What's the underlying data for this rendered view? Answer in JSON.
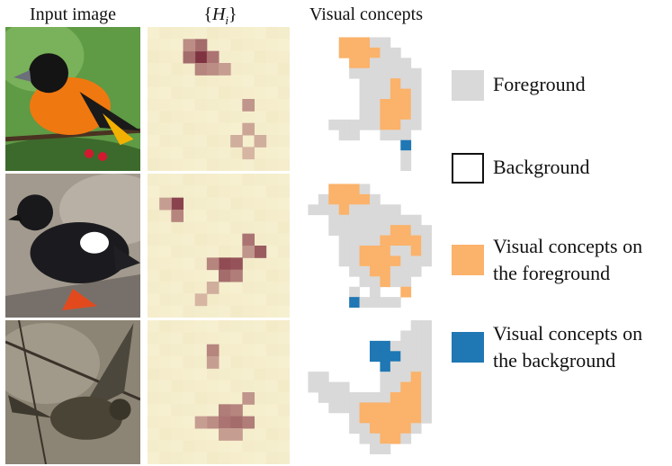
{
  "headers": {
    "input": "Input image",
    "h_open": "{",
    "h_var": "H",
    "h_sub": "i",
    "h_close": "}",
    "concepts": "Visual concepts"
  },
  "legend": [
    {
      "label_lines": [
        "Foreground"
      ],
      "color": "#d9d9d9",
      "border": "#d9d9d9"
    },
    {
      "label_lines": [
        "Background"
      ],
      "color": "#ffffff",
      "border": "#111111"
    },
    {
      "label_lines": [
        "Visual concepts on",
        "the foreground"
      ],
      "color": "#fbb26a",
      "border": "#fbb26a"
    },
    {
      "label_lines": [
        "Visual concepts on",
        "the background"
      ],
      "color": "#1f77b4",
      "border": "#1f77b4"
    }
  ],
  "colors": {
    "foreground": "#d9d9d9",
    "fg_concept": "#fbb26a",
    "bg_concept": "#1f77b4",
    "heat_base": "#f7f0d0",
    "heat_hot": "#7a2a3a"
  },
  "rows": [
    {
      "bird": "oriole",
      "heat_spots": [
        {
          "c": 4,
          "r": 2,
          "v": 0.95
        },
        {
          "c": 3,
          "r": 2,
          "v": 0.6
        },
        {
          "c": 5,
          "r": 2,
          "v": 0.55
        },
        {
          "c": 4,
          "r": 1,
          "v": 0.6
        },
        {
          "c": 4,
          "r": 3,
          "v": 0.45
        },
        {
          "c": 3,
          "r": 1,
          "v": 0.4
        },
        {
          "c": 5,
          "r": 3,
          "v": 0.4
        },
        {
          "c": 6,
          "r": 3,
          "v": 0.3
        },
        {
          "c": 8,
          "r": 6,
          "v": 0.35
        },
        {
          "c": 8,
          "r": 8,
          "v": 0.25
        },
        {
          "c": 7,
          "r": 9,
          "v": 0.2
        },
        {
          "c": 9,
          "r": 9,
          "v": 0.2
        },
        {
          "c": 8,
          "r": 10,
          "v": 0.15
        }
      ],
      "fg_rows": [
        "..........",
        "..FFFFF...",
        "..FFFFFF..",
        "...FFFFFF.",
        "...FFFFFFF",
        "....FFFFFF",
        "....FFFFFF",
        "....FFFFFFF",
        "....FFFFFFFF",
        ".FFFFFFFFFF.",
        "..FF..FFF.F.",
        "........F...",
        "........F...",
        "........F..."
      ],
      "concept_rows": [
        "..........",
        "..OOO.....",
        "..OOOO....",
        "...OO.....",
        "..........",
        ".......O..",
        ".......OO.",
        "......OOO.",
        "......OOO.",
        "......OO..",
        "..........",
        "........B.",
        "..........",
        ".........."
      ]
    },
    {
      "bird": "guillemot",
      "heat_spots": [
        {
          "c": 2,
          "r": 2,
          "v": 0.85
        },
        {
          "c": 2,
          "r": 3,
          "v": 0.45
        },
        {
          "c": 1,
          "r": 2,
          "v": 0.3
        },
        {
          "c": 6,
          "r": 7,
          "v": 0.8
        },
        {
          "c": 7,
          "r": 7,
          "v": 0.75
        },
        {
          "c": 6,
          "r": 8,
          "v": 0.6
        },
        {
          "c": 5,
          "r": 7,
          "v": 0.45
        },
        {
          "c": 7,
          "r": 8,
          "v": 0.5
        },
        {
          "c": 8,
          "r": 5,
          "v": 0.55
        },
        {
          "c": 9,
          "r": 6,
          "v": 0.7
        },
        {
          "c": 8,
          "r": 6,
          "v": 0.35
        },
        {
          "c": 5,
          "r": 9,
          "v": 0.2
        },
        {
          "c": 4,
          "r": 10,
          "v": 0.15
        }
      ],
      "fg_rows": [
        "............",
        "..FFFF......",
        ".FFFFFF.....",
        "FFFFFFFFF...",
        "..FFFFFFFFF.",
        "..FFFFFFFFFF",
        "...FFFFFFFFF",
        "...FFFFFFFFF",
        "...FFFFFFFFF",
        "....FFFFFFF.",
        ".....FFFFF..",
        "....F.F..F..",
        "....FFFFF...",
        "............"
      ],
      "concept_rows": [
        "............",
        "..OOO.......",
        "..OOOO......",
        "...O........",
        "............",
        "........OO..",
        ".......OOOO.",
        ".....OOO..O.",
        ".....OOOO...",
        "......OO....",
        ".......O....",
        ".........O..",
        "....B.......",
        "............"
      ]
    },
    {
      "bird": "flycatcher",
      "heat_spots": [
        {
          "c": 5,
          "r": 2,
          "v": 0.45
        },
        {
          "c": 5,
          "r": 3,
          "v": 0.3
        },
        {
          "c": 6,
          "r": 7,
          "v": 0.5
        },
        {
          "c": 7,
          "r": 7,
          "v": 0.45
        },
        {
          "c": 8,
          "r": 6,
          "v": 0.35
        },
        {
          "c": 5,
          "r": 8,
          "v": 0.4
        },
        {
          "c": 6,
          "r": 8,
          "v": 0.55
        },
        {
          "c": 7,
          "r": 8,
          "v": 0.6
        },
        {
          "c": 8,
          "r": 8,
          "v": 0.5
        },
        {
          "c": 4,
          "r": 8,
          "v": 0.3
        },
        {
          "c": 6,
          "r": 9,
          "v": 0.3
        },
        {
          "c": 7,
          "r": 9,
          "v": 0.3
        }
      ],
      "fg_rows": [
        "..........FF",
        ".........FFF",
        "........FFFF",
        "......FFFFFF",
        ".......FFFFF",
        "FF.....FFFFF",
        "FFFF...FFFFF",
        ".FFFFFFFFFFF",
        "..FFFFFFFFFF",
        "....FFFFFFFF",
        "....FFFFFFF.",
        ".....FFFFF..",
        "......FF....",
        "............"
      ],
      "concept_rows": [
        "............",
        "............",
        "......BB....",
        "......BBB...",
        ".......B....",
        "..........O.",
        ".........OO.",
        "........OOO.",
        ".....OOOOOO.",
        ".....OOOOOO.",
        "......OOOO..",
        ".......OO...",
        "............",
        "............"
      ]
    }
  ]
}
